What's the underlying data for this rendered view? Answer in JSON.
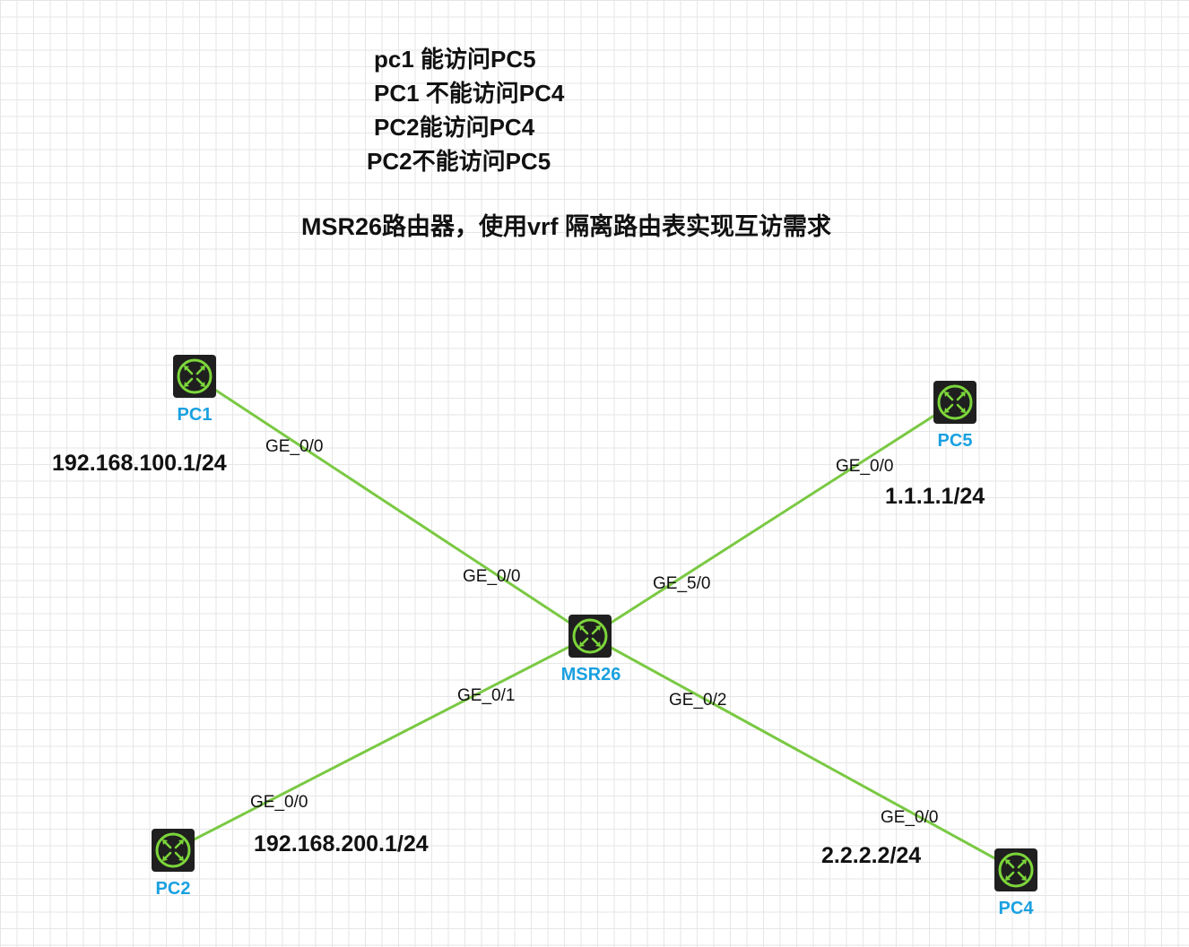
{
  "requirements": [
    "pc1 能访问PC5",
    "PC1 不能访问PC4",
    "PC2能访问PC4",
    "PC2不能访问PC5"
  ],
  "title": "MSR26路由器，使用vrf 隔离路由表实现互访需求",
  "colors": {
    "link": "#7ac943",
    "device_label": "#1aa0e0",
    "device_bg": "#1f1f1f",
    "device_icon": "#7cd63a",
    "grid": "#e6e6e6"
  },
  "devices": [
    {
      "id": "pc1",
      "label": "PC1",
      "icon": "router-icon"
    },
    {
      "id": "pc2",
      "label": "PC2",
      "icon": "router-icon"
    },
    {
      "id": "pc4",
      "label": "PC4",
      "icon": "router-icon"
    },
    {
      "id": "pc5",
      "label": "PC5",
      "icon": "router-icon"
    },
    {
      "id": "msr26",
      "label": "MSR26",
      "icon": "router-icon"
    }
  ],
  "links": [
    {
      "from": "pc1",
      "to": "msr26",
      "from_port": "GE_0/0",
      "to_port": "GE_0/0"
    },
    {
      "from": "pc5",
      "to": "msr26",
      "from_port": "GE_0/0",
      "to_port": "GE_5/0"
    },
    {
      "from": "pc2",
      "to": "msr26",
      "from_port": "GE_0/0",
      "to_port": "GE_0/1"
    },
    {
      "from": "pc4",
      "to": "msr26",
      "from_port": "GE_0/0",
      "to_port": "GE_0/2"
    }
  ],
  "ip_labels": {
    "pc1": "192.168.100.1/24",
    "pc5": "1.1.1.1/24",
    "pc2": "192.168.200.1/24",
    "pc4": "2.2.2.2/24"
  }
}
